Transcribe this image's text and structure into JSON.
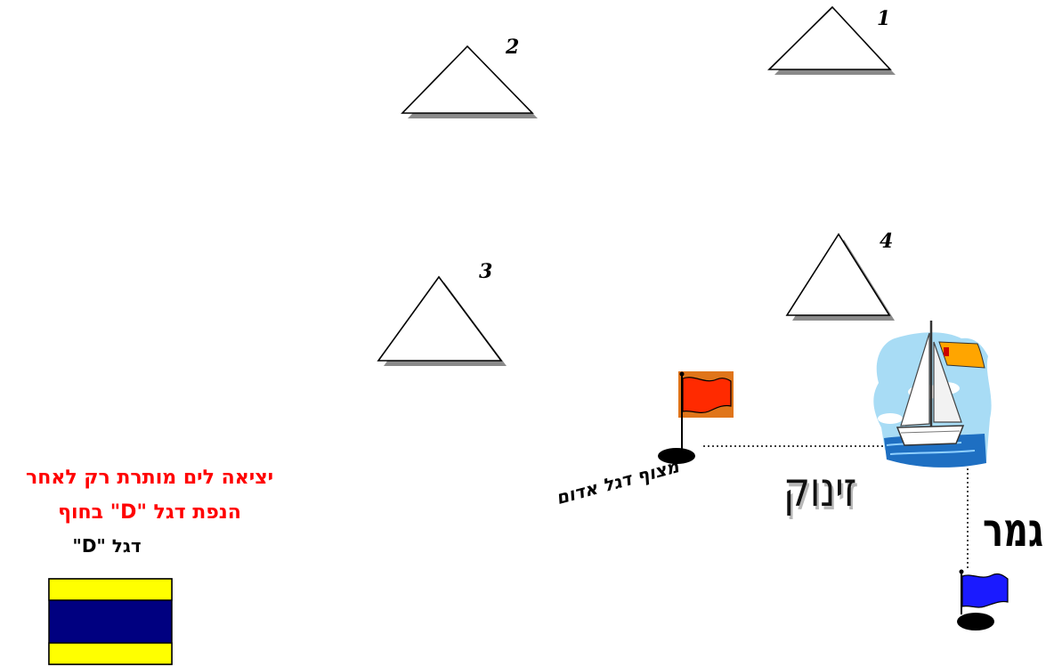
{
  "buoys": [
    {
      "number": "1"
    },
    {
      "number": "2"
    },
    {
      "number": "3"
    },
    {
      "number": "4"
    }
  ],
  "labels": {
    "notice_line1": "יציאה לים מותרת רק לאחר",
    "notice_line2": "הנפת דגל \"D\" בחוף",
    "flag_d_caption": "דגל \"D\"",
    "finish": "גמר",
    "start": "זינוק",
    "committee_boat": "מצוף דגל אדום"
  },
  "colors": {
    "notice_text": "#ff0000",
    "red_flag": "#ff2a00",
    "red_flag_backdrop": "#e0751a",
    "blue_flag": "#1a1aff",
    "flag_d_yellow": "#ffff00",
    "flag_d_blue": "#000080",
    "sky": "#a8dcf5",
    "sea": "#1e6fc2",
    "boat_flag": "#ffa500"
  }
}
